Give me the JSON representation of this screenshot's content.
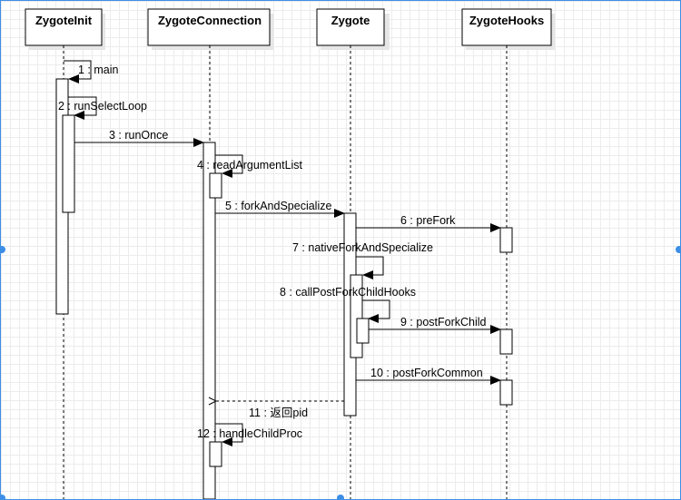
{
  "participants": [
    {
      "id": "zygoteinit",
      "label": "ZygoteInit"
    },
    {
      "id": "zygoteconnection",
      "label": "ZygoteConnection"
    },
    {
      "id": "zygote",
      "label": "Zygote"
    },
    {
      "id": "zygotehooks",
      "label": "ZygoteHooks"
    }
  ],
  "messages": [
    {
      "id": "m1",
      "label": "1 : main"
    },
    {
      "id": "m2",
      "label": "2 : runSelectLoop"
    },
    {
      "id": "m3",
      "label": "3 : runOnce"
    },
    {
      "id": "m4",
      "label": "4 : readArgumentList"
    },
    {
      "id": "m5",
      "label": "5 : forkAndSpecialize"
    },
    {
      "id": "m6",
      "label": "6 : preFork"
    },
    {
      "id": "m7",
      "label": "7 : nativeForkAndSpecialize"
    },
    {
      "id": "m8",
      "label": "8 : callPostForkChildHooks"
    },
    {
      "id": "m9",
      "label": "9 : postForkChild"
    },
    {
      "id": "m10",
      "label": "10 : postForkCommon"
    },
    {
      "id": "m11",
      "label": "11 : 返回pid"
    },
    {
      "id": "m12",
      "label": "12 : handleChildProc"
    }
  ],
  "colors": {
    "selection": "#3c8ee6",
    "grid": "#ececec"
  }
}
